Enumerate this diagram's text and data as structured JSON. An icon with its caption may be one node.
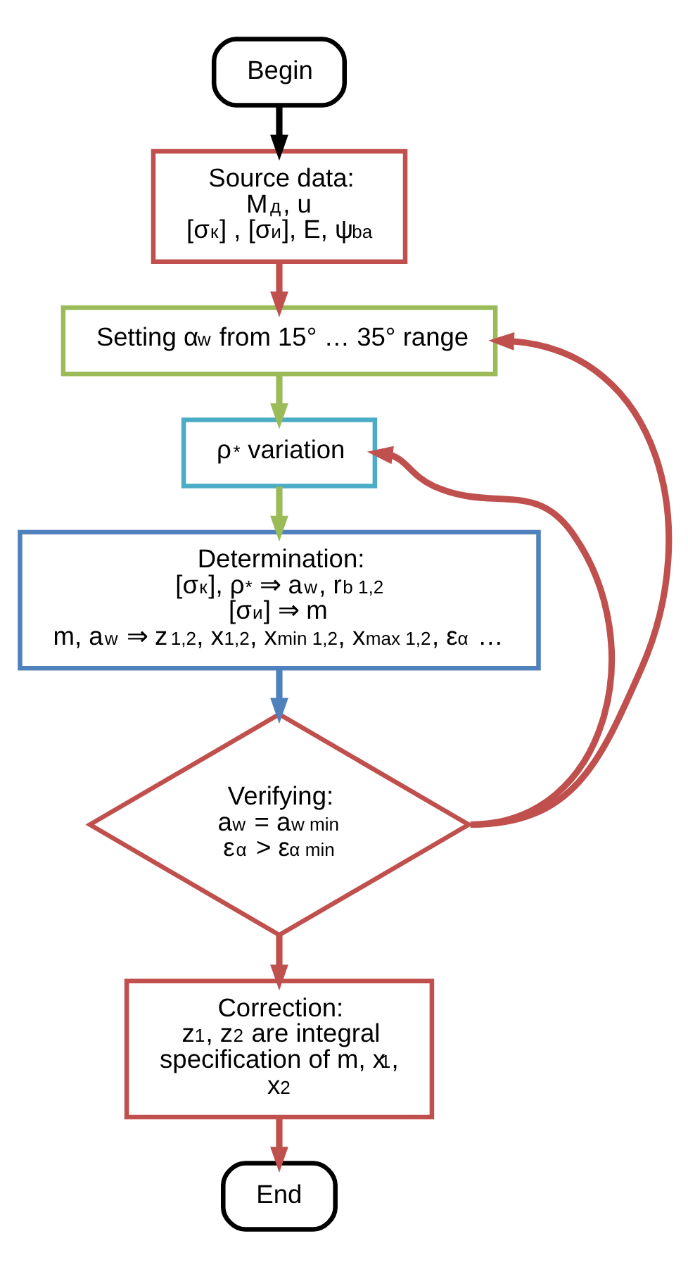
{
  "diagram": {
    "nodes": [
      {
        "text": [
          "Begin"
        ]
      },
      {
        "text": [
          "Source data:",
          "M$_{д}$, u",
          "[σ$_{к}$] , [σ$_{и}$], E, ψ$_{ba}$"
        ]
      },
      {
        "text": [
          "Setting α$_{w}$ from 15° … 35° range"
        ]
      },
      {
        "text": [
          "ρ$^{*}$ variation"
        ]
      },
      {
        "text": [
          "Determination:",
          "[σ$_{к}$], ρ$^{*}$ ⇒ a$_{w}$, r$_{b 1,2}$",
          "[σ$_{и}$] ⇒ m",
          "m, a$_{w}$ ⇒ z$_{1,2}$, x$_{1,2}$, x$_{min 1,2}$, x$_{max 1,2}$, ε$_{α}$ …"
        ]
      },
      {
        "text": [
          "Verifying:",
          "a$_{w}$ = a$_{w min}$",
          "ε$_{α}$ > ε$_{α min}$"
        ]
      },
      {
        "text": [
          "Correction:",
          "z$_{1}$, z$_{2}$ are integral specification of m, x$_{1}$, x$_{2}$"
        ]
      },
      {
        "text": [
          "End"
        ]
      }
    ],
    "edges": [
      {
        "from": 0,
        "to": 1,
        "arrow": "to",
        "color": "#000000"
      },
      {
        "from": 1,
        "to": 2,
        "arrow": "to"
      },
      {
        "from": 2,
        "to": 3,
        "arrow": "to",
        "color": "#9bbb59"
      },
      {
        "from": 3,
        "to": 4,
        "arrow": "to",
        "color": "#9bbb59"
      },
      {
        "from": 4,
        "to": 5,
        "arrow": "to",
        "color": "#4f81bd"
      },
      {
        "from": 5,
        "to": 6,
        "arrow": "to"
      },
      {
        "from": 6,
        "to": 7,
        "arrow": "to"
      },
      {
        "from": 5,
        "to": 3,
        "arrow": "to"
      },
      {
        "from": 5,
        "to": 2,
        "arrow": "to"
      }
    ]
  }
}
